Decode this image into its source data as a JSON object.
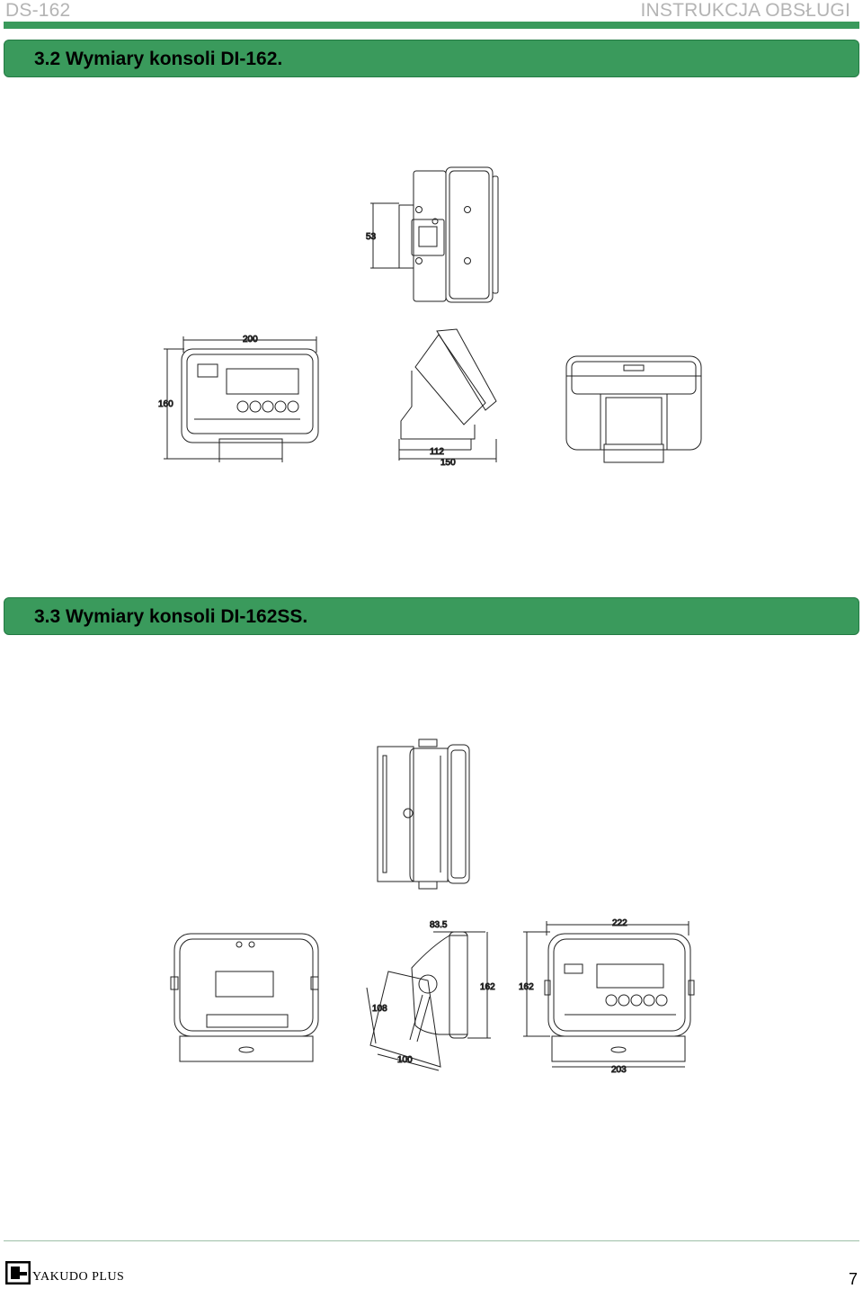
{
  "header": {
    "left": "DS-162",
    "right": "INSTRUKCJA OBSŁUGI"
  },
  "sections": [
    {
      "title": "3.2 Wymiary konsoli DI-162."
    },
    {
      "title": "3.3 Wymiary konsoli DI-162SS."
    }
  ],
  "drawing1": {
    "dim_depth": "53",
    "dim_width": "200",
    "dim_height": "160",
    "dim_base": "112",
    "dim_total": "150"
  },
  "drawing2": {
    "dim_top": "83.5",
    "dim_h_left": "108",
    "dim_bottom_left": "100",
    "dim_h_side": "162",
    "dim_h_front": "162",
    "dim_width_top": "222",
    "dim_width_bottom": "203"
  },
  "footer": {
    "logo_text": "YAKUDO PLUS",
    "page": "7"
  },
  "colors": {
    "accent": "#3a9a5c",
    "header_text": "#b4b4b4"
  }
}
